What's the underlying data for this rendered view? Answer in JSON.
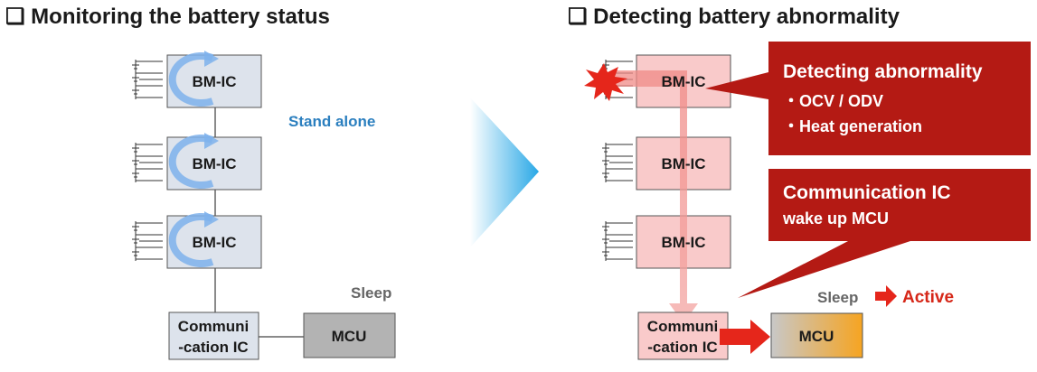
{
  "left_panel": {
    "heading": "❑ Monitoring the battery status",
    "bm_ic_labels": [
      "BM-IC",
      "BM-IC",
      "BM-IC"
    ],
    "stand_alone": "Stand alone",
    "comm_ic": [
      "Communi",
      "-cation IC"
    ],
    "sleep": "Sleep",
    "mcu": "MCU"
  },
  "right_panel": {
    "heading": "❑ Detecting battery abnormality",
    "bm_ic_labels": [
      "BM-IC",
      "BM-IC",
      "BM-IC"
    ],
    "comm_ic": [
      "Communi",
      "-cation IC"
    ],
    "sleep": "Sleep",
    "active": "Active",
    "mcu": "MCU",
    "callout_abnormality": {
      "title": "Detecting abnormality",
      "items": [
        "・OCV / ODV",
        "・Heat generation"
      ]
    },
    "callout_comm": {
      "title": "Communication IC",
      "subtitle": "wake up MCU"
    }
  },
  "colors": {
    "bm_box_normal": "#dde3ec",
    "bm_box_alert": "#f9caca",
    "callout_red": "#b41a14",
    "arrow_red": "#e5261b",
    "cycle_blue": "#7eb1ec",
    "mcu_sleep": "#b3b3b3",
    "mcu_active": "#f6a421"
  }
}
